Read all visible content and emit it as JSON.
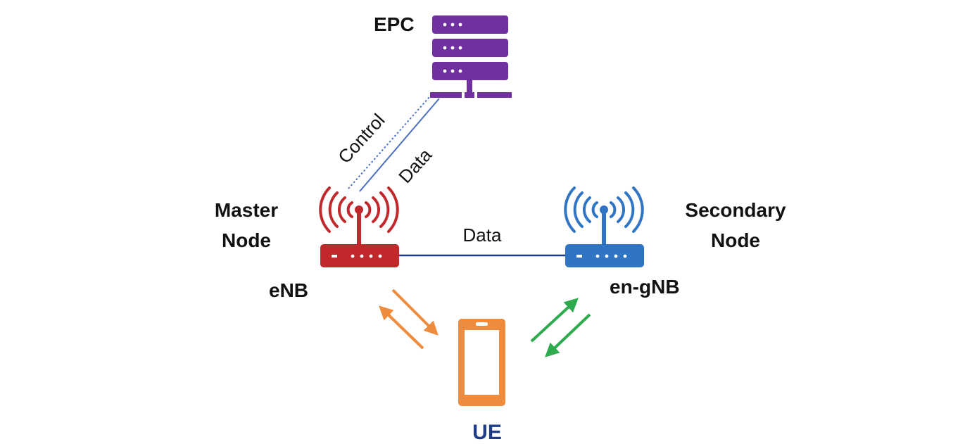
{
  "nodes": {
    "epc": {
      "label": "EPC",
      "color": "#7030a0"
    },
    "master": {
      "role_line1": "Master",
      "role_line2": "Node",
      "name": "eNB",
      "color": "#c0282b"
    },
    "secondary": {
      "role_line1": "Secondary",
      "role_line2": "Node",
      "name": "en-gNB",
      "color": "#2f75c4"
    },
    "ue": {
      "label": "UE",
      "color": "#ef8b3c",
      "label_color": "#1f3c88"
    }
  },
  "links": {
    "epc_control": {
      "label": "Control",
      "color": "#4a6fc2"
    },
    "epc_data": {
      "label": "Data",
      "color": "#4a6fc2"
    },
    "x2_data": {
      "label": "Data",
      "color": "#1f3c88"
    }
  },
  "arrows": {
    "master_ue_color": "#ef8b3c",
    "secondary_ue_color": "#2eaa4f"
  }
}
